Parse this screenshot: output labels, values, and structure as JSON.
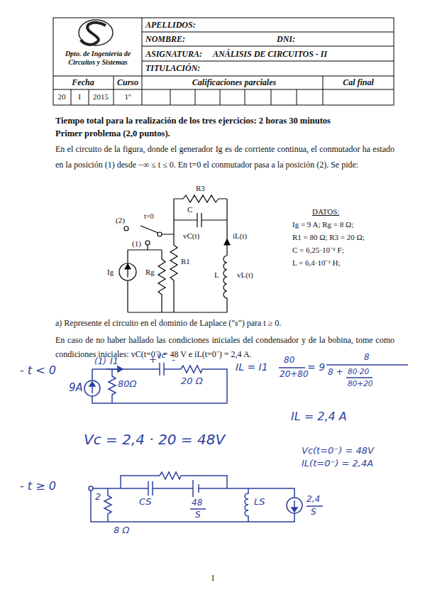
{
  "diagram": {
    "labels": [
      "APELLIDOS:",
      "NOMBRE:",
      "DNI:",
      "Dpto. de Ingeniería de Circuitos y Sistemas",
      "ASIGNATURA:",
      "ANÁLISIS DE CIRCUITOS - II",
      "TITULACIÓN:",
      "Fecha",
      "Curso",
      "Calificaciones parciales",
      "Cal final",
      "20",
      "I",
      "2015",
      "1º",
      "Tiempo total para la realización de los tres ejercicios: 2 horas 30 minutos",
      "Primer problema (2,0 puntos).",
      "En el circuito de la figura, donde el generador Ig es de corriente continua, el conmutador ha estado en la posición (1) desde −∞ ≤ t ≤ 0. En t=0 el conmutador pasa a la posición (2). Se pide:",
      "(2)",
      "t=0",
      "(1)",
      "R3",
      "C",
      "vC(t)",
      "iL(t)",
      "R1",
      "Ig",
      "Rg",
      "L",
      "vL(t)",
      "DATOS:",
      "Ig = 9 A; Rg = 8 Ω;",
      "R1 = 80 Ω; R3 = 20 Ω;",
      "C = 6,25·10⁻⁶ F;",
      "L = 6,4·10⁻³ H;",
      "a) Represente el circuito en el dominio de Laplace (\"s\") para t ≥ 0.",
      "En caso de no haber hallado las condiciones iniciales del condensador y de la bobina, tome como condiciones iniciales: vC(t=0⁻) = 48 V e iL(t=0⁻) = 2,4 A.",
      "- t < 0",
      "(1)",
      "I1",
      "+",
      "vc",
      "-",
      "9A",
      "80Ω",
      "20 Ω",
      "IL = I1",
      "80",
      "20+80",
      "= 9",
      "8",
      "8 +",
      "80·20",
      "80+20",
      "IL = 2,4 A",
      "Vc = 2,4 · 20 = 48V",
      "Vc(t=0⁻) = 48V",
      "IL(t=0⁻) = 2,4A",
      "- t ≥ 0",
      "2",
      "8 Ω",
      "CS",
      "48",
      "S",
      "LS",
      "2,4",
      "S",
      "1"
    ]
  }
}
